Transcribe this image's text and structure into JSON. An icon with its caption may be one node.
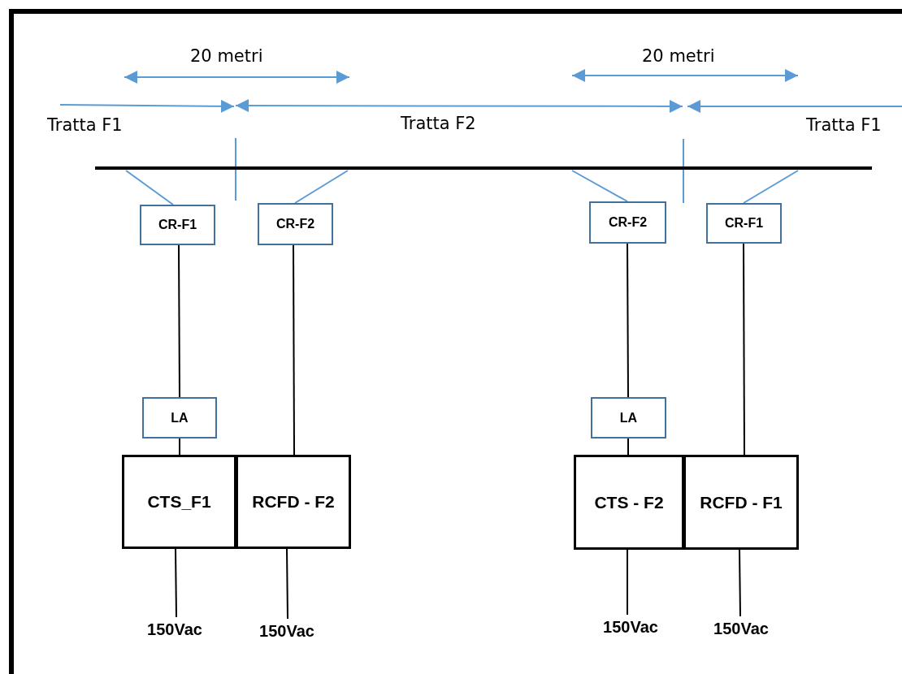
{
  "diagram": {
    "nodes": [
      {
        "text": [],
        "shape": "bar"
      },
      {
        "text": [
          "CR-F1"
        ]
      },
      {
        "text": [
          "CR-F2"
        ]
      },
      {
        "text": [
          "CR-F2"
        ]
      },
      {
        "text": [
          "CR-F1"
        ]
      },
      {
        "text": [
          "LA"
        ]
      },
      {
        "text": [
          "CTS_F1"
        ]
      },
      {
        "text": [
          "RCFD - F2"
        ]
      },
      {
        "text": [
          "LA"
        ]
      },
      {
        "text": [
          "CTS - F2"
        ]
      },
      {
        "text": [
          "RCFD - F1"
        ]
      },
      {
        "text": [
          "150Vac"
        ]
      },
      {
        "text": [
          "150Vac"
        ]
      },
      {
        "text": [
          "150Vac"
        ]
      },
      {
        "text": [
          "150Vac"
        ]
      }
    ],
    "edges": [
      {
        "from": 0,
        "to": 1,
        "arrow": "none",
        "color": "#5b9bd5"
      },
      {
        "from": 0,
        "to": 2,
        "arrow": "none",
        "color": "#5b9bd5"
      },
      {
        "from": 0,
        "to": 3,
        "arrow": "none",
        "color": "#5b9bd5"
      },
      {
        "from": 0,
        "to": 4,
        "arrow": "none",
        "color": "#5b9bd5"
      },
      {
        "from": 1,
        "to": 5,
        "arrow": "none"
      },
      {
        "from": 5,
        "to": 6,
        "arrow": "none"
      },
      {
        "from": 2,
        "to": 7,
        "arrow": "none"
      },
      {
        "from": 3,
        "to": 8,
        "arrow": "none"
      },
      {
        "from": 8,
        "to": 9,
        "arrow": "none"
      },
      {
        "from": 4,
        "to": 10,
        "arrow": "none"
      },
      {
        "from": 6,
        "to": 11,
        "arrow": "none"
      },
      {
        "from": 7,
        "to": 12,
        "arrow": "none"
      },
      {
        "from": 9,
        "to": 13,
        "arrow": "none"
      },
      {
        "from": 10,
        "to": 14,
        "arrow": "none"
      }
    ],
    "labels": [
      "20 metri",
      "20 metri",
      "Tratta F1",
      "Tratta F2",
      "Tratta F1"
    ]
  }
}
